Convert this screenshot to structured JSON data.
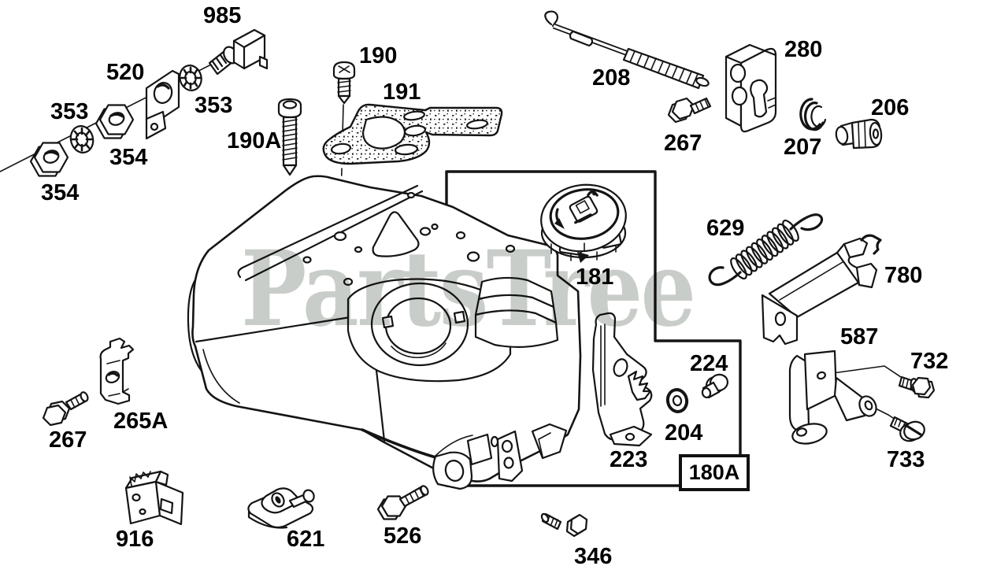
{
  "watermark": {
    "text": "PartsTree",
    "color": "#c9cdc9"
  },
  "callout": {
    "label": "180A"
  },
  "parts": [
    {
      "name": "primer-valve-985",
      "label": "985"
    },
    {
      "name": "bracket-520",
      "label": "520"
    },
    {
      "name": "lock-washer-353-left",
      "label": "353"
    },
    {
      "name": "lock-washer-353-right",
      "label": "353"
    },
    {
      "name": "hex-nut-354-middle",
      "label": "354"
    },
    {
      "name": "hex-nut-354-lower",
      "label": "354"
    },
    {
      "name": "screw-190a",
      "label": "190A"
    },
    {
      "name": "screw-190",
      "label": "190"
    },
    {
      "name": "gasket-191",
      "label": "191"
    },
    {
      "name": "link-rod-208",
      "label": "208"
    },
    {
      "name": "cable-bracket-280",
      "label": "280"
    },
    {
      "name": "bolt-267-upper",
      "label": "267"
    },
    {
      "name": "retainer-clip-207",
      "label": "207"
    },
    {
      "name": "valve-206",
      "label": "206"
    },
    {
      "name": "spring-629",
      "label": "629"
    },
    {
      "name": "anchor-clip-780",
      "label": "780"
    },
    {
      "name": "control-bracket-587",
      "label": "587"
    },
    {
      "name": "fuel-cap-181",
      "label": "181"
    },
    {
      "name": "pin-224",
      "label": "224"
    },
    {
      "name": "washer-204",
      "label": "204"
    },
    {
      "name": "control-lever-223",
      "label": "223"
    },
    {
      "name": "pivot-bolt-732",
      "label": "732"
    },
    {
      "name": "pivot-screw-733",
      "label": "733"
    },
    {
      "name": "clamp-clip-265a",
      "label": "265A"
    },
    {
      "name": "bolt-267-lower",
      "label": "267"
    },
    {
      "name": "stop-switch-916",
      "label": "916"
    },
    {
      "name": "cable-clip-621",
      "label": "621"
    },
    {
      "name": "hex-bolt-526",
      "label": "526"
    },
    {
      "name": "hex-bolt-346",
      "label": "346"
    }
  ]
}
